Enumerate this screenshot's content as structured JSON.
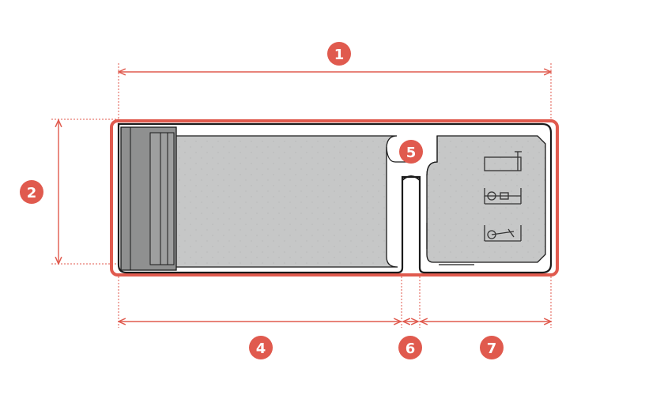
{
  "diagram": {
    "colors": {
      "accent": "#e05a4e",
      "pool_fill": "#c6c7c7",
      "outline": "#1a1a1a",
      "badge_text": "#ffffff"
    },
    "markers": [
      {
        "id": "1",
        "label": "1"
      },
      {
        "id": "2",
        "label": "2"
      },
      {
        "id": "4",
        "label": "4"
      },
      {
        "id": "5",
        "label": "5"
      },
      {
        "id": "6",
        "label": "6"
      },
      {
        "id": "7",
        "label": "7"
      }
    ],
    "equipment_icons": [
      "treadmill-icon",
      "elliptical-trainer-icon",
      "stationary-bike-icon"
    ]
  }
}
